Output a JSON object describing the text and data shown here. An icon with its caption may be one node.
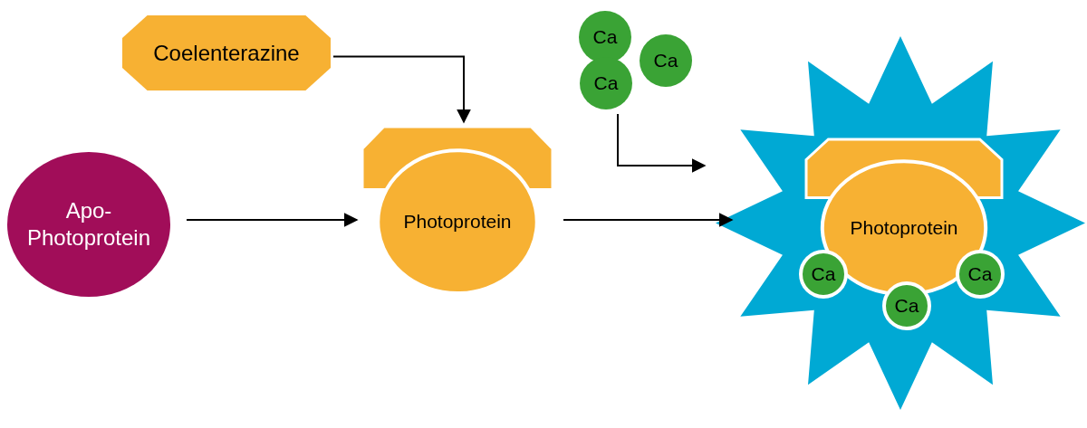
{
  "diagram": {
    "nodes": [
      {
        "text": [
          "Coelenterazine"
        ]
      },
      {
        "text": [
          "Apo- Photoprotein"
        ]
      },
      {
        "text": [
          "Photoprotein"
        ]
      },
      {
        "text": [
          "Ca"
        ]
      },
      {
        "text": [
          "Ca"
        ]
      },
      {
        "text": [
          "Ca"
        ]
      },
      {
        "text": [],
        "shape": "star"
      },
      {
        "text": [
          "Photoprotein"
        ],
        "in": 6
      },
      {
        "text": [
          "Ca"
        ],
        "in": 6
      },
      {
        "text": [
          "Ca"
        ],
        "in": 6
      },
      {
        "text": [
          "Ca"
        ],
        "in": 6
      }
    ],
    "edges": [
      {
        "from": 0,
        "to": 2,
        "arrow": "to"
      },
      {
        "from": 1,
        "to": 2,
        "arrow": "to"
      },
      {
        "from": 2,
        "to": 6,
        "arrow": "to"
      },
      {
        "from": 5,
        "to": 6,
        "arrow": "to"
      }
    ]
  }
}
